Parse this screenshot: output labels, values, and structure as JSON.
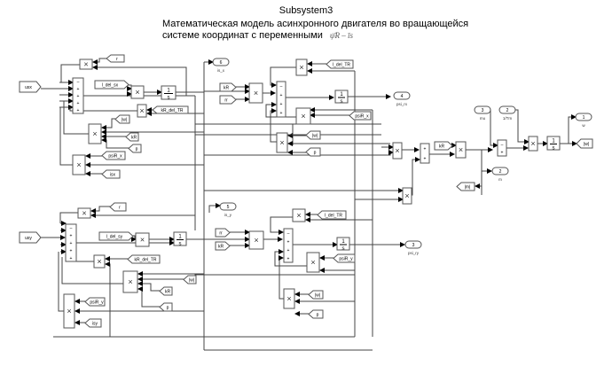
{
  "title": "Subsystem3",
  "subtitle_line1": "Математическая модель асинхронного двигателя во вращающейся",
  "subtitle_line2": "системе координат с переменными",
  "subtitle_math": "ψ̄R – īs",
  "inports": {
    "usx": "usx",
    "usy": "usy"
  },
  "goto_tags": {
    "r": "r",
    "l_del_sx": "l_del_sx",
    "l_del_sy": "l_del_sy",
    "kR_del_TR": "kR_del_TR",
    "w_abs": "|w|",
    "kR": "kR",
    "p": "p",
    "psiR_x": "psiR_x",
    "psiR_y": "psiR_y",
    "isx": "isx",
    "isy": "isy",
    "l_del_TR": "l_del_TR",
    "rr": "rr",
    "w_out": "|w|",
    "m_out": "|m|"
  },
  "outports": [
    {
      "num": "6",
      "name": "is_x"
    },
    {
      "num": "4",
      "name": "psi_rx"
    },
    {
      "num": "5",
      "name": "is_y"
    },
    {
      "num": "3",
      "name": "psi_ry"
    },
    {
      "num": "1",
      "name": "w"
    },
    {
      "num": "2",
      "name": "m"
    }
  ],
  "right_inports": [
    {
      "num": "3",
      "name": "mu"
    },
    {
      "num": "2",
      "name": "1/Tm"
    }
  ],
  "block_symbols": {
    "product": "×",
    "integrator_num": "1",
    "integrator_den": "s",
    "sum_plus": "+",
    "sum_minus": "–"
  }
}
